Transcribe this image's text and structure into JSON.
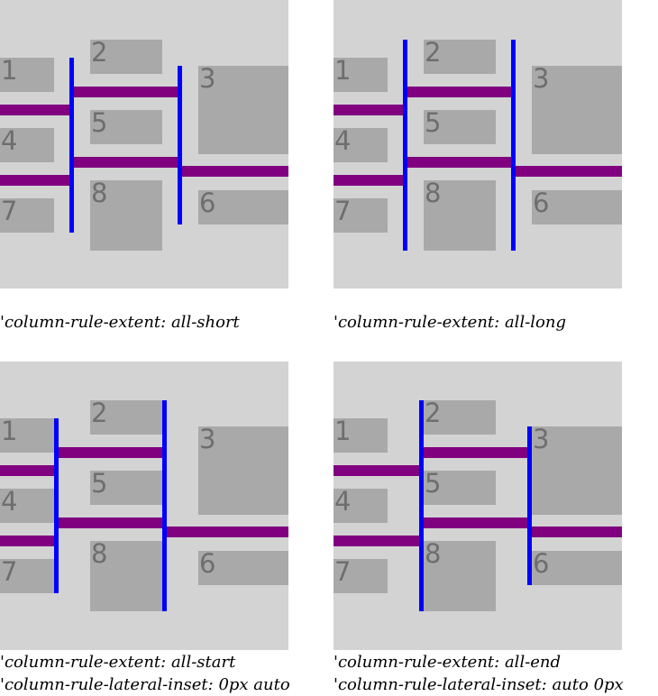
{
  "panels": [
    {
      "items": [
        "1",
        "2",
        "3",
        "4",
        "5",
        "6",
        "7",
        "8"
      ],
      "caption1": "'column-rule-extent: all-short",
      "caption2": ""
    },
    {
      "items": [
        "1",
        "2",
        "3",
        "4",
        "5",
        "6",
        "7",
        "8"
      ],
      "caption1": "'column-rule-extent: all-long",
      "caption2": ""
    },
    {
      "items": [
        "1",
        "2",
        "3",
        "4",
        "5",
        "6",
        "7",
        "8"
      ],
      "caption1": "'column-rule-extent: all-start",
      "caption2": "'column-rule-lateral-inset: 0px auto"
    },
    {
      "items": [
        "1",
        "2",
        "3",
        "4",
        "5",
        "6",
        "7",
        "8"
      ],
      "caption1": "'column-rule-extent: all-end",
      "caption2": "'column-rule-lateral-inset: auto 0px"
    }
  ],
  "colors": {
    "panel_bg": "#d3d3d3",
    "item_bg": "#a9a9a9",
    "row_rule": "#800080",
    "column_rule": "#0000ff"
  }
}
